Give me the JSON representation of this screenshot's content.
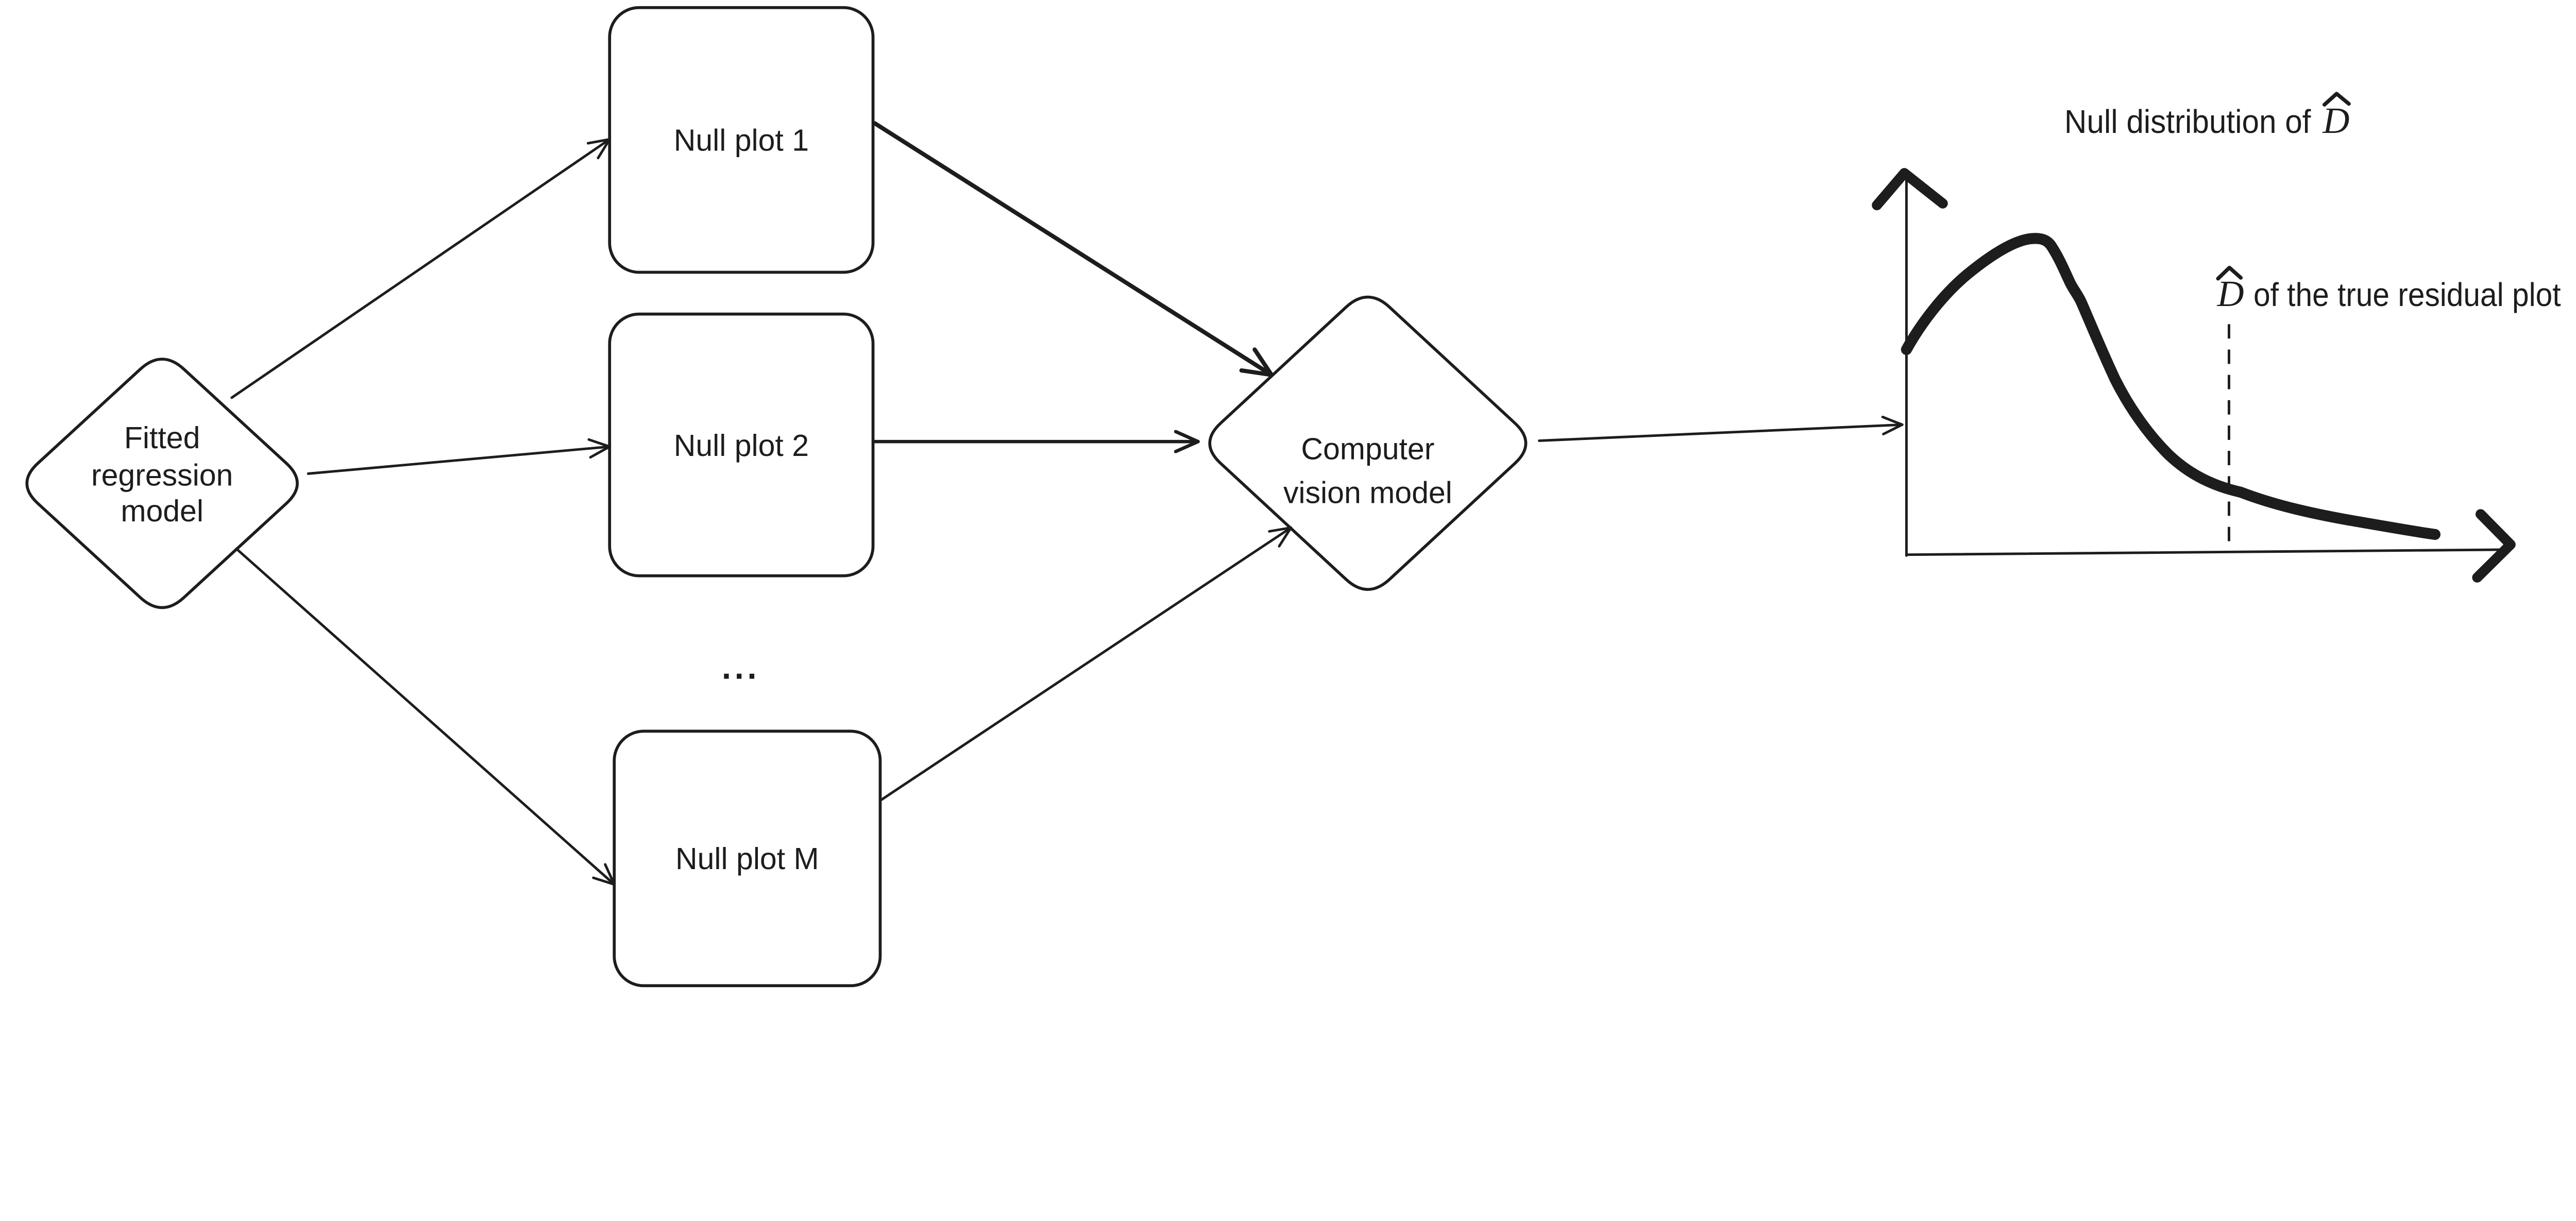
{
  "colors": {
    "ink": "#1d1d1d",
    "background": "#ffffff"
  },
  "nodes": {
    "fitted": {
      "line1": "Fitted",
      "line2": "regression",
      "line3": "model"
    },
    "null_plot_1": "Null plot 1",
    "null_plot_2": "Null plot 2",
    "null_plot_m": "Null plot M",
    "ellipsis": "...",
    "cv": {
      "line1": "Computer",
      "line2": "vision model"
    }
  },
  "plot": {
    "title_text": "Null distribution of",
    "title_math": "D",
    "annotation_math": "D",
    "annotation_text": "of the true residual plot"
  }
}
